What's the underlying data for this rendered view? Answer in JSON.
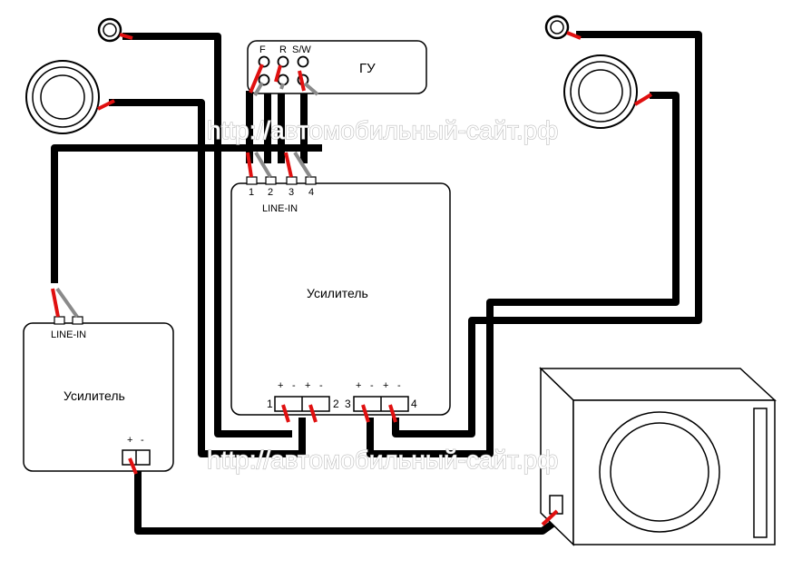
{
  "head_unit": {
    "label": "ГУ",
    "ports": [
      "F",
      "R",
      "S/W"
    ]
  },
  "amplifier_main": {
    "label": "Усилитель",
    "input_label": "LINE-IN",
    "input_pins": [
      "1",
      "2",
      "3",
      "4"
    ],
    "output_channels": [
      "1",
      "2",
      "3",
      "4"
    ],
    "polarity_plus": "+",
    "polarity_minus": "-"
  },
  "amplifier_sub": {
    "label": "Усилитель",
    "input_label": "LINE-IN",
    "polarity_plus": "+",
    "polarity_minus": "-"
  },
  "watermark": "http://автомобильный-сайт.рф",
  "colors": {
    "wire": "#000000",
    "signal_red": "#e01010",
    "signal_grey": "#8a8a8a"
  }
}
